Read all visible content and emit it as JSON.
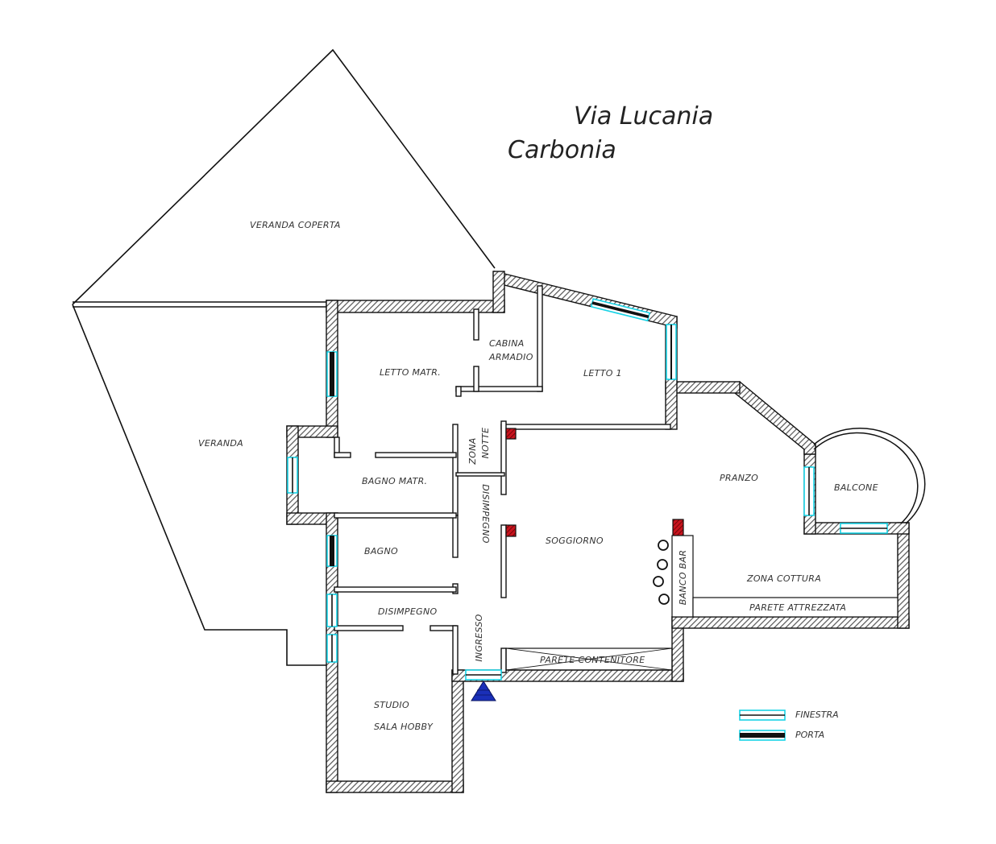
{
  "title": {
    "line1": "Via Lucania",
    "line2": "Carbonia"
  },
  "rooms": {
    "veranda_coperta": "VERANDA COPERTA",
    "veranda": "VERANDA",
    "letto_matr": "LETTO MATR.",
    "cabina_1": "CABINA",
    "cabina_2": "ARMADIO",
    "letto_1": "LETTO 1",
    "zona_notte_1": "ZONA",
    "zona_notte_2": "NOTTE",
    "bagno_matr": "BAGNO MATR.",
    "pranzo": "PRANZO",
    "balcone": "BALCONE",
    "disimpegno_v": "DISIMPEGNO",
    "soggiorno": "SOGGIORNO",
    "banco_bar": "BANCO BAR",
    "bagno": "BAGNO",
    "zona_cottura": "ZONA COTTURA",
    "parete_attrezzata": "PARETE ATTREZZATA",
    "disimpegno_h": "DISIMPEGNO",
    "ingresso": "INGRESSO",
    "parete_contenitore": "PARETE CONTENITORE",
    "studio": "STUDIO",
    "sala_hobby": "SALA HOBBY"
  },
  "legend": {
    "finestra": "FINESTRA",
    "porta": "PORTA"
  },
  "colors": {
    "wall_stroke": "#111111",
    "hatch": "#555555",
    "window": "#19d3e6",
    "pillar": "#c8141e",
    "entrance": "#1a2fb8"
  },
  "icons": {
    "entrance": "entrance-triangle-icon"
  }
}
